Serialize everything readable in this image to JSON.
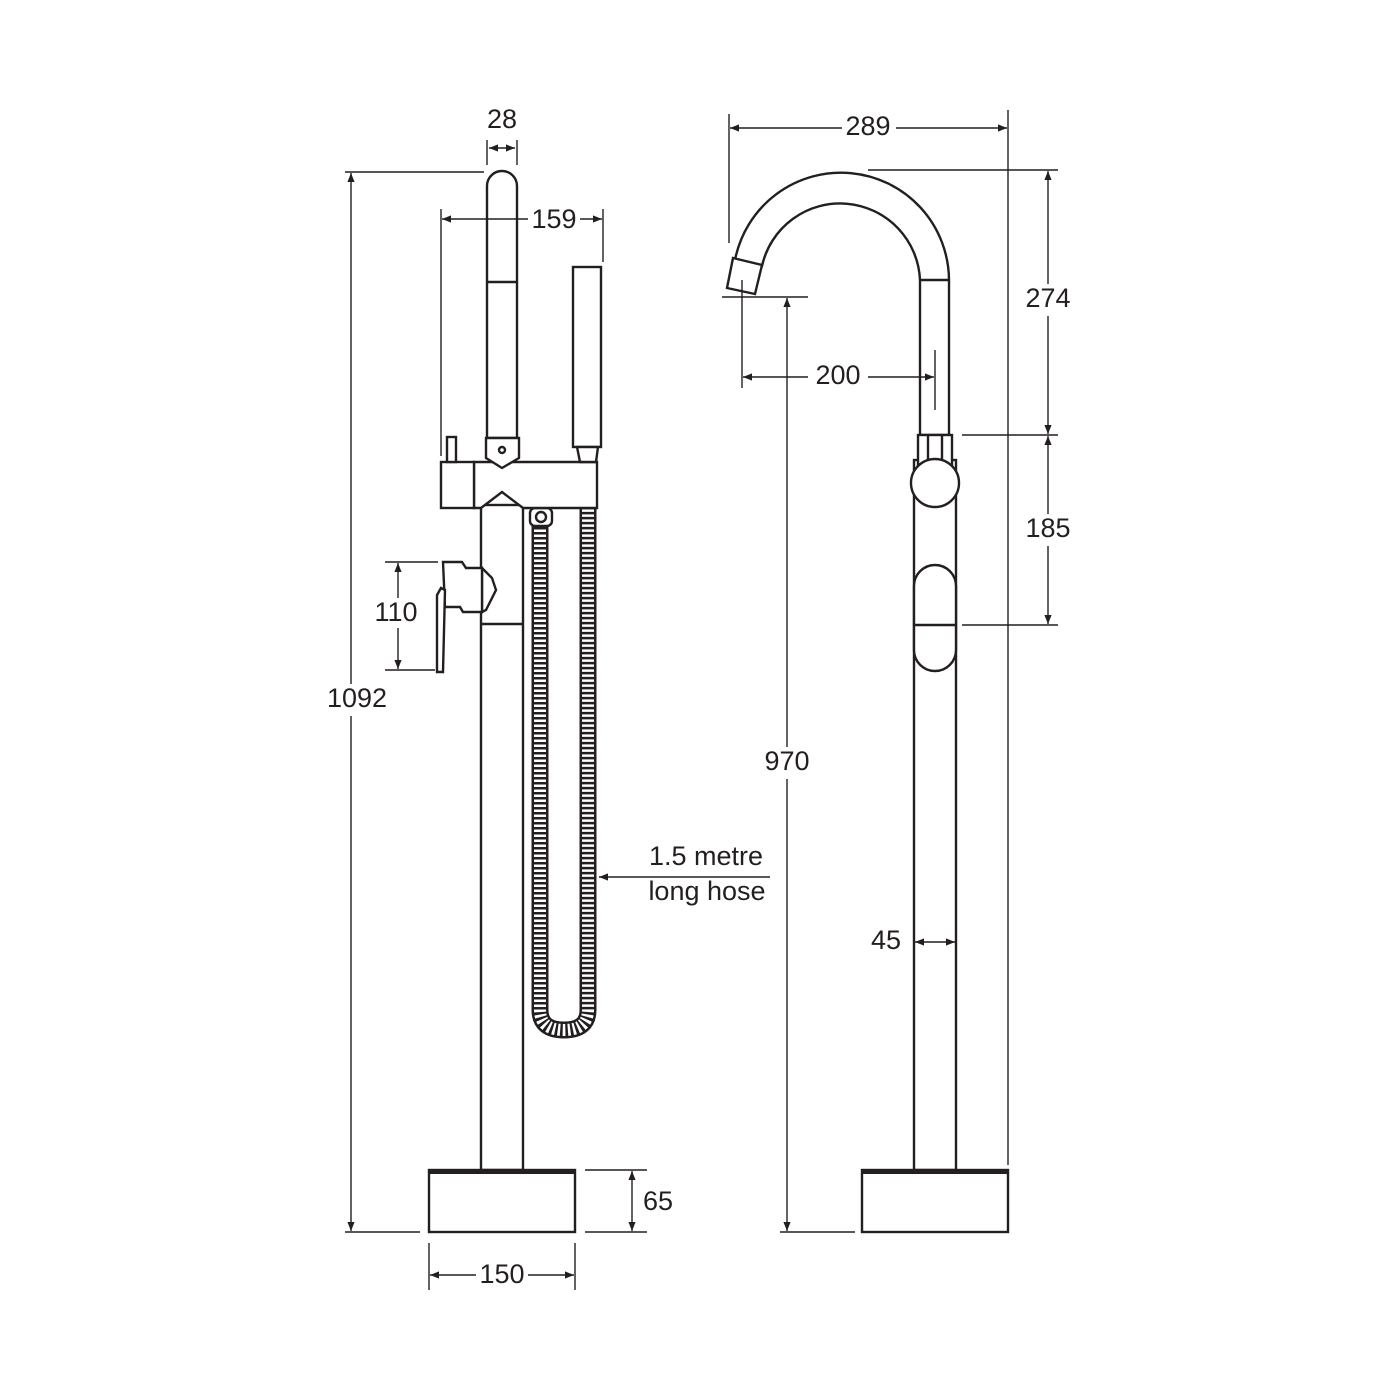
{
  "drawing": {
    "side_view": {
      "dimensions": {
        "handle_width": "28",
        "handshower_offset": "159",
        "lever_height": "110",
        "overall_height": "1092",
        "base_height": "65",
        "base_width": "150"
      },
      "hose_note": [
        "1.5 metre",
        "long hose"
      ]
    },
    "front_view": {
      "dimensions": {
        "overall_width": "289",
        "spout_height": "274",
        "spout_reach": "200",
        "body_height": "185",
        "outlet_height": "970",
        "column_diameter": "45"
      }
    },
    "line_color": "#231f20"
  }
}
